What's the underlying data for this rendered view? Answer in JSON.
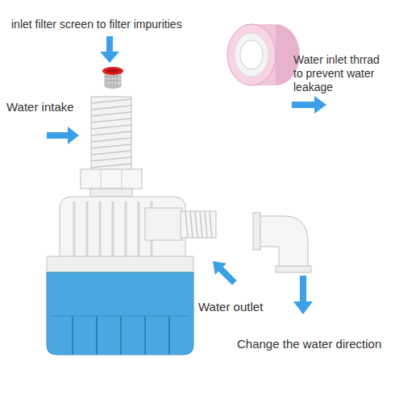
{
  "diagram": {
    "labels": [
      "inlet filter screen to filter impurities",
      "Water inlet thrrad to prevent water leakage",
      "Water intake",
      "Water outlet",
      "Change the water direction"
    ]
  }
}
